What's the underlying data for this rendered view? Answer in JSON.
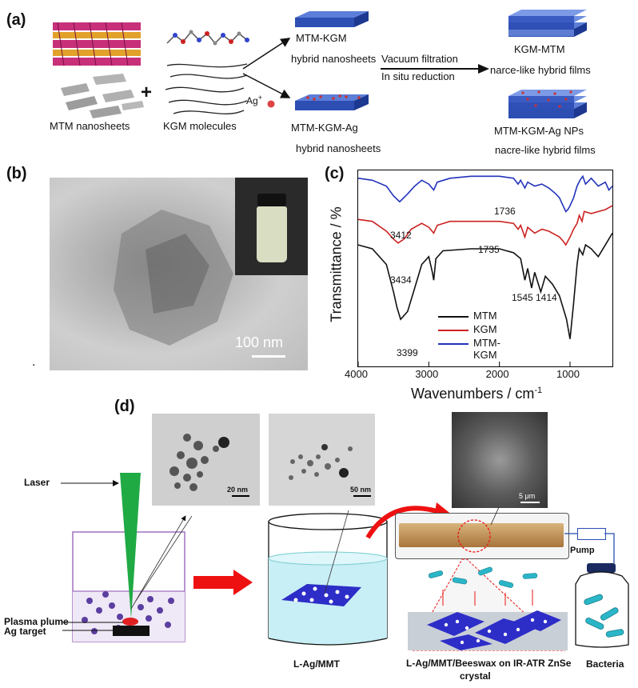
{
  "panel_a": {
    "tag": "(a)",
    "mtm_label": "MTM nanosheets",
    "kgm_label": "KGM molecules",
    "plus": "+",
    "ag_label": "Ag",
    "ag_sup": "+",
    "top_sheet_title": "MTM-KGM",
    "top_sheet_sub": "hybrid nanosheets",
    "bottom_sheet_title": "MTM-KGM-Ag",
    "bottom_sheet_sub": "hybrid nanosheets",
    "process_top": "Vacuum filtration",
    "process_bottom": "In situ reduction",
    "film_top_title": "KGM-MTM",
    "film_top_sub": "narce-like hybrid films",
    "film_bottom_title": "MTM-KGM-Ag NPs",
    "film_bottom_sub": "nacre-like hybrid films"
  },
  "panel_b": {
    "tag": "(b)",
    "scale_label": "100 nm",
    "dot": "."
  },
  "panel_c": {
    "tag": "(c)",
    "ylabel": "Transmittance / %",
    "xlabel": "Wavenumbers / cm",
    "xlabel_sup": "-1",
    "legend": [
      "MTM",
      "KGM",
      "MTM-KGM"
    ],
    "annotations": [
      "1736",
      "3412",
      "1735",
      "3434",
      "1545",
      "1414",
      "3399"
    ]
  },
  "chart_data": {
    "type": "line",
    "title": "",
    "xlabel": "Wavenumbers / cm-1",
    "ylabel": "Transmittance / %",
    "xlim": [
      4000,
      400
    ],
    "x_ticks": [
      4000,
      3000,
      2000,
      1000
    ],
    "series": [
      {
        "name": "MTM",
        "color": "#111111",
        "x": [
          4000,
          3800,
          3600,
          3500,
          3450,
          3399,
          3300,
          3200,
          3100,
          3000,
          2950,
          2930,
          2900,
          2800,
          2400,
          2000,
          1800,
          1700,
          1640,
          1600,
          1545,
          1500,
          1414,
          1350,
          1250,
          1150,
          1100,
          1050,
          1020,
          1000,
          950,
          900,
          870,
          820,
          780,
          700,
          600,
          500,
          400
        ],
        "y": [
          0.62,
          0.6,
          0.52,
          0.38,
          0.3,
          0.24,
          0.28,
          0.4,
          0.52,
          0.56,
          0.48,
          0.44,
          0.55,
          0.59,
          0.6,
          0.6,
          0.58,
          0.55,
          0.44,
          0.5,
          0.4,
          0.48,
          0.38,
          0.46,
          0.42,
          0.36,
          0.3,
          0.24,
          0.18,
          0.14,
          0.32,
          0.52,
          0.6,
          0.57,
          0.62,
          0.6,
          0.56,
          0.62,
          0.68
        ]
      },
      {
        "name": "KGM",
        "color": "#cc2222",
        "x": [
          4000,
          3800,
          3600,
          3500,
          3434,
          3350,
          3250,
          3100,
          3000,
          2930,
          2880,
          2700,
          2400,
          2000,
          1800,
          1735,
          1700,
          1640,
          1600,
          1500,
          1400,
          1300,
          1200,
          1150,
          1100,
          1060,
          1030,
          1000,
          950,
          900,
          870,
          830,
          800,
          700,
          500,
          400
        ],
        "y": [
          0.75,
          0.74,
          0.69,
          0.65,
          0.63,
          0.65,
          0.7,
          0.73,
          0.71,
          0.68,
          0.72,
          0.74,
          0.74,
          0.74,
          0.73,
          0.7,
          0.72,
          0.66,
          0.71,
          0.68,
          0.7,
          0.69,
          0.67,
          0.66,
          0.64,
          0.62,
          0.64,
          0.66,
          0.7,
          0.73,
          0.77,
          0.74,
          0.79,
          0.78,
          0.8,
          0.82
        ]
      },
      {
        "name": "MTM-KGM",
        "color": "#2233bb",
        "x": [
          4000,
          3800,
          3600,
          3500,
          3412,
          3300,
          3200,
          3100,
          3000,
          2930,
          2880,
          2700,
          2400,
          2000,
          1800,
          1736,
          1700,
          1640,
          1600,
          1500,
          1400,
          1300,
          1200,
          1150,
          1100,
          1060,
          1030,
          1000,
          950,
          900,
          860,
          820,
          780,
          700,
          600,
          500,
          450,
          400
        ],
        "y": [
          0.96,
          0.95,
          0.92,
          0.87,
          0.84,
          0.88,
          0.92,
          0.95,
          0.93,
          0.9,
          0.94,
          0.96,
          0.97,
          0.97,
          0.96,
          0.93,
          0.95,
          0.91,
          0.94,
          0.92,
          0.93,
          0.91,
          0.88,
          0.86,
          0.82,
          0.79,
          0.8,
          0.82,
          0.86,
          0.92,
          0.95,
          0.97,
          0.93,
          0.96,
          0.92,
          0.94,
          0.9,
          0.92
        ]
      }
    ]
  },
  "panel_d": {
    "tag": "(d)",
    "laser": "Laser",
    "plasma": "Plasma plume",
    "ag_target": "Ag target",
    "scale1": "20 nm",
    "scale2": "50 nm",
    "scale3": "5 μm",
    "pump": "Pump",
    "beaker_label": "L-Ag/MMT",
    "crystal_label_1": "L-Ag/MMT/Beeswax on IR-ATR ZnSe",
    "crystal_label_2": "crystal",
    "bacteria": "Bacteria"
  }
}
